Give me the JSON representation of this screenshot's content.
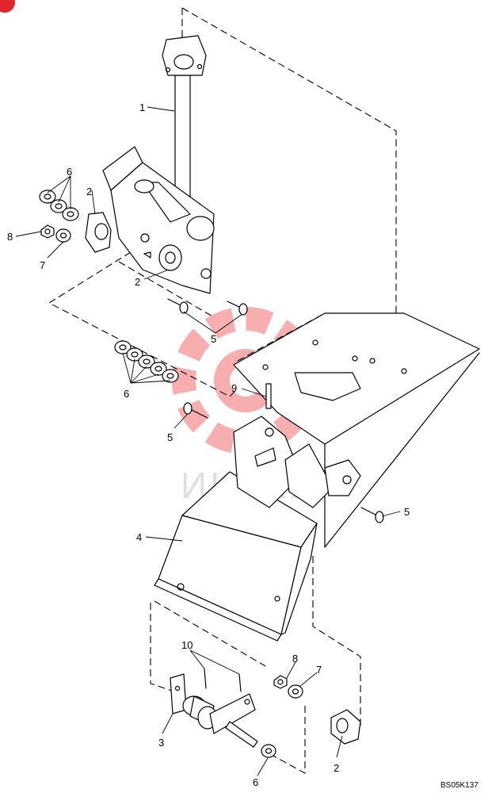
{
  "drawing_code": "BS05K137",
  "watermark": {
    "text": "ИНТКИ",
    "color": "#f26d6d"
  },
  "corner_badge": {
    "color": "#e0252b"
  },
  "callouts": [
    {
      "id": "c1",
      "label": "1"
    },
    {
      "id": "c2a",
      "label": "2"
    },
    {
      "id": "c2b",
      "label": "2"
    },
    {
      "id": "c2c",
      "label": "2"
    },
    {
      "id": "c3",
      "label": "3"
    },
    {
      "id": "c4",
      "label": "4"
    },
    {
      "id": "c5a",
      "label": "5"
    },
    {
      "id": "c5b",
      "label": "5"
    },
    {
      "id": "c5c",
      "label": "5"
    },
    {
      "id": "c6a",
      "label": "6"
    },
    {
      "id": "c6b",
      "label": "6"
    },
    {
      "id": "c6c",
      "label": "6"
    },
    {
      "id": "c7a",
      "label": "7"
    },
    {
      "id": "c7b",
      "label": "7"
    },
    {
      "id": "c8a",
      "label": "8"
    },
    {
      "id": "c8b",
      "label": "8"
    },
    {
      "id": "c9",
      "label": "9"
    },
    {
      "id": "c10",
      "label": "10"
    }
  ]
}
